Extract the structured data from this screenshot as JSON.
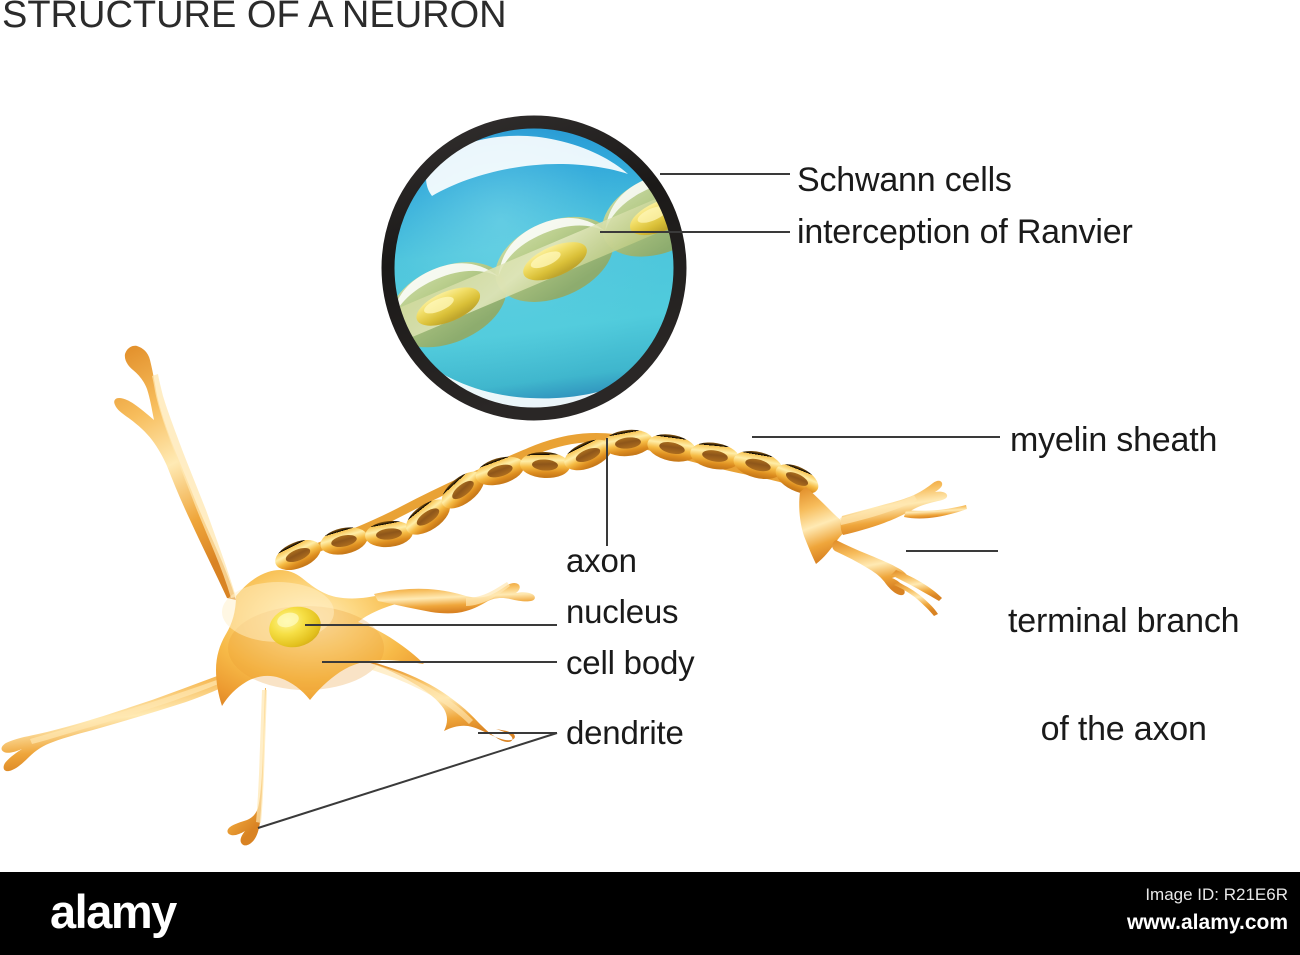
{
  "diagram": {
    "title": "STRUCTURE OF A NEURON",
    "subject": "neuron",
    "background_color": "#ffffff",
    "text_color": "#1a1a1a",
    "leader_line_color": "#3a3a3a"
  },
  "labels": {
    "schwann_cells": "Schwann cells",
    "interception_of_ranvier": "interception of Ranvier",
    "myelin_sheath": "myelin sheath",
    "terminal_branch_line1": "terminal branch",
    "terminal_branch_line2": "of the axon",
    "axon": "axon",
    "nucleus": "nucleus",
    "cell_body": "cell body",
    "dendrite": "dendrite"
  },
  "parts": {
    "magnifier": {
      "name": "magnified-inset-circle",
      "ring_color": "#211f20",
      "fill_top_color": "#2e9fd6",
      "fill_mid_color": "#4ec9da",
      "fill_bottom_color": "#3fb9cf",
      "highlight_color": "#ffffff"
    },
    "soma": {
      "name": "cell-body",
      "fill_light": "#fde29a",
      "fill_mid": "#f6b53f",
      "fill_dark": "#e2892c"
    },
    "nucleus": {
      "name": "nucleus",
      "fill_light": "#fff06a",
      "fill_mid": "#ecc520",
      "fill_dark": "#d7a616"
    },
    "myelin_bead": {
      "name": "myelin-sheath-segment",
      "outer_light": "#ffe9a4",
      "outer_mid": "#f3ab33",
      "outer_dark": "#d98a20",
      "inner_color": "#a96a1d"
    },
    "schwann_segment": {
      "name": "schwann-cell-segment",
      "sheath_color": "#b8c77e",
      "axon_core_color": "#e6c94e",
      "highlight_color": "#ffffff"
    }
  },
  "footer": {
    "logo": "alamy",
    "image_id": "Image ID: R21E6R",
    "url": "www.alamy.com",
    "background_color": "#000000"
  }
}
